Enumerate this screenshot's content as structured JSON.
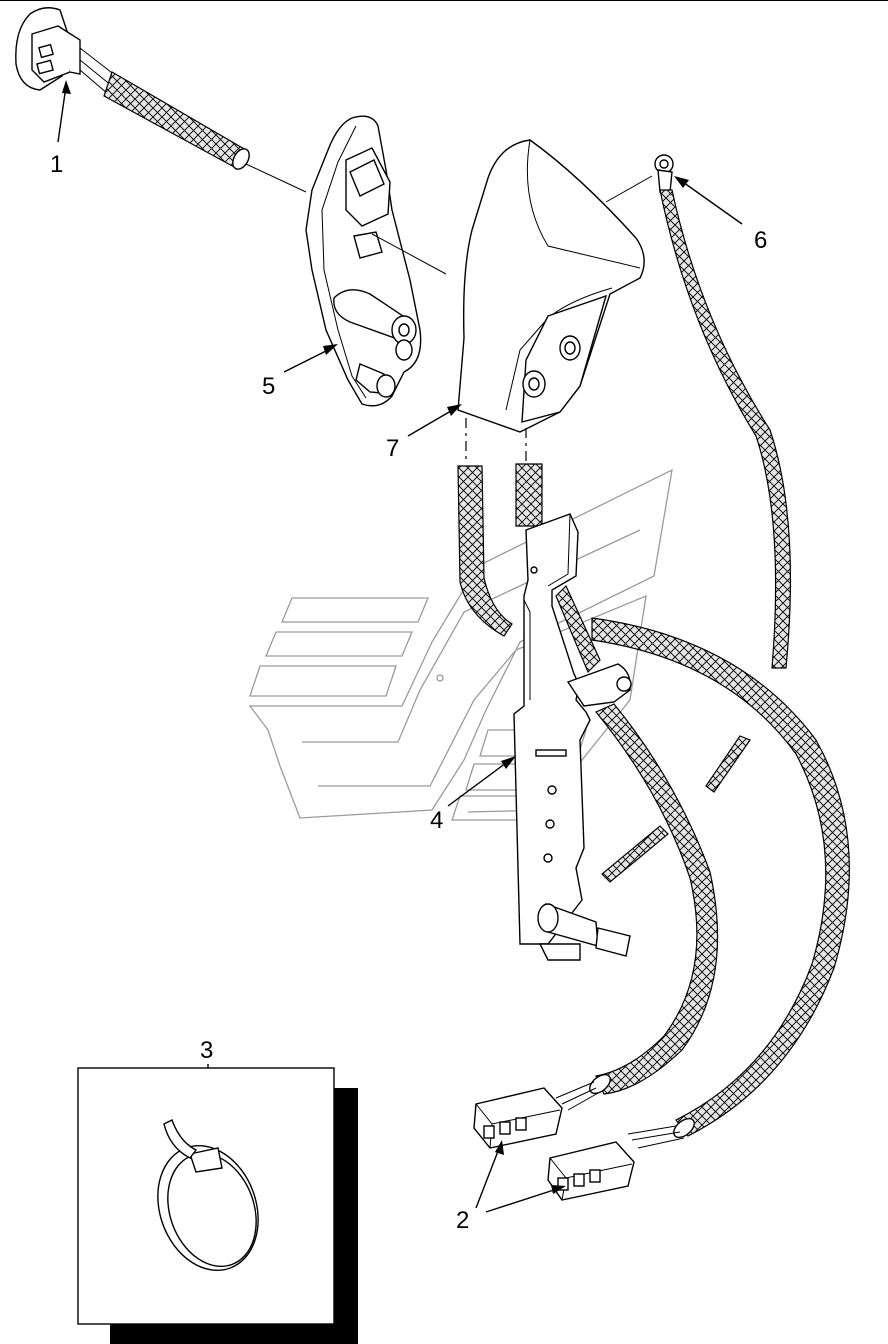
{
  "callouts": [
    {
      "id": "1",
      "label": "1"
    },
    {
      "id": "2",
      "label": "2"
    },
    {
      "id": "3",
      "label": "3"
    },
    {
      "id": "4",
      "label": "4"
    },
    {
      "id": "5",
      "label": "5"
    },
    {
      "id": "6",
      "label": "6"
    },
    {
      "id": "7",
      "label": "7"
    }
  ],
  "colors": {
    "line": "#000000",
    "background": "#ffffff",
    "watermark": "#9a9a9a"
  }
}
